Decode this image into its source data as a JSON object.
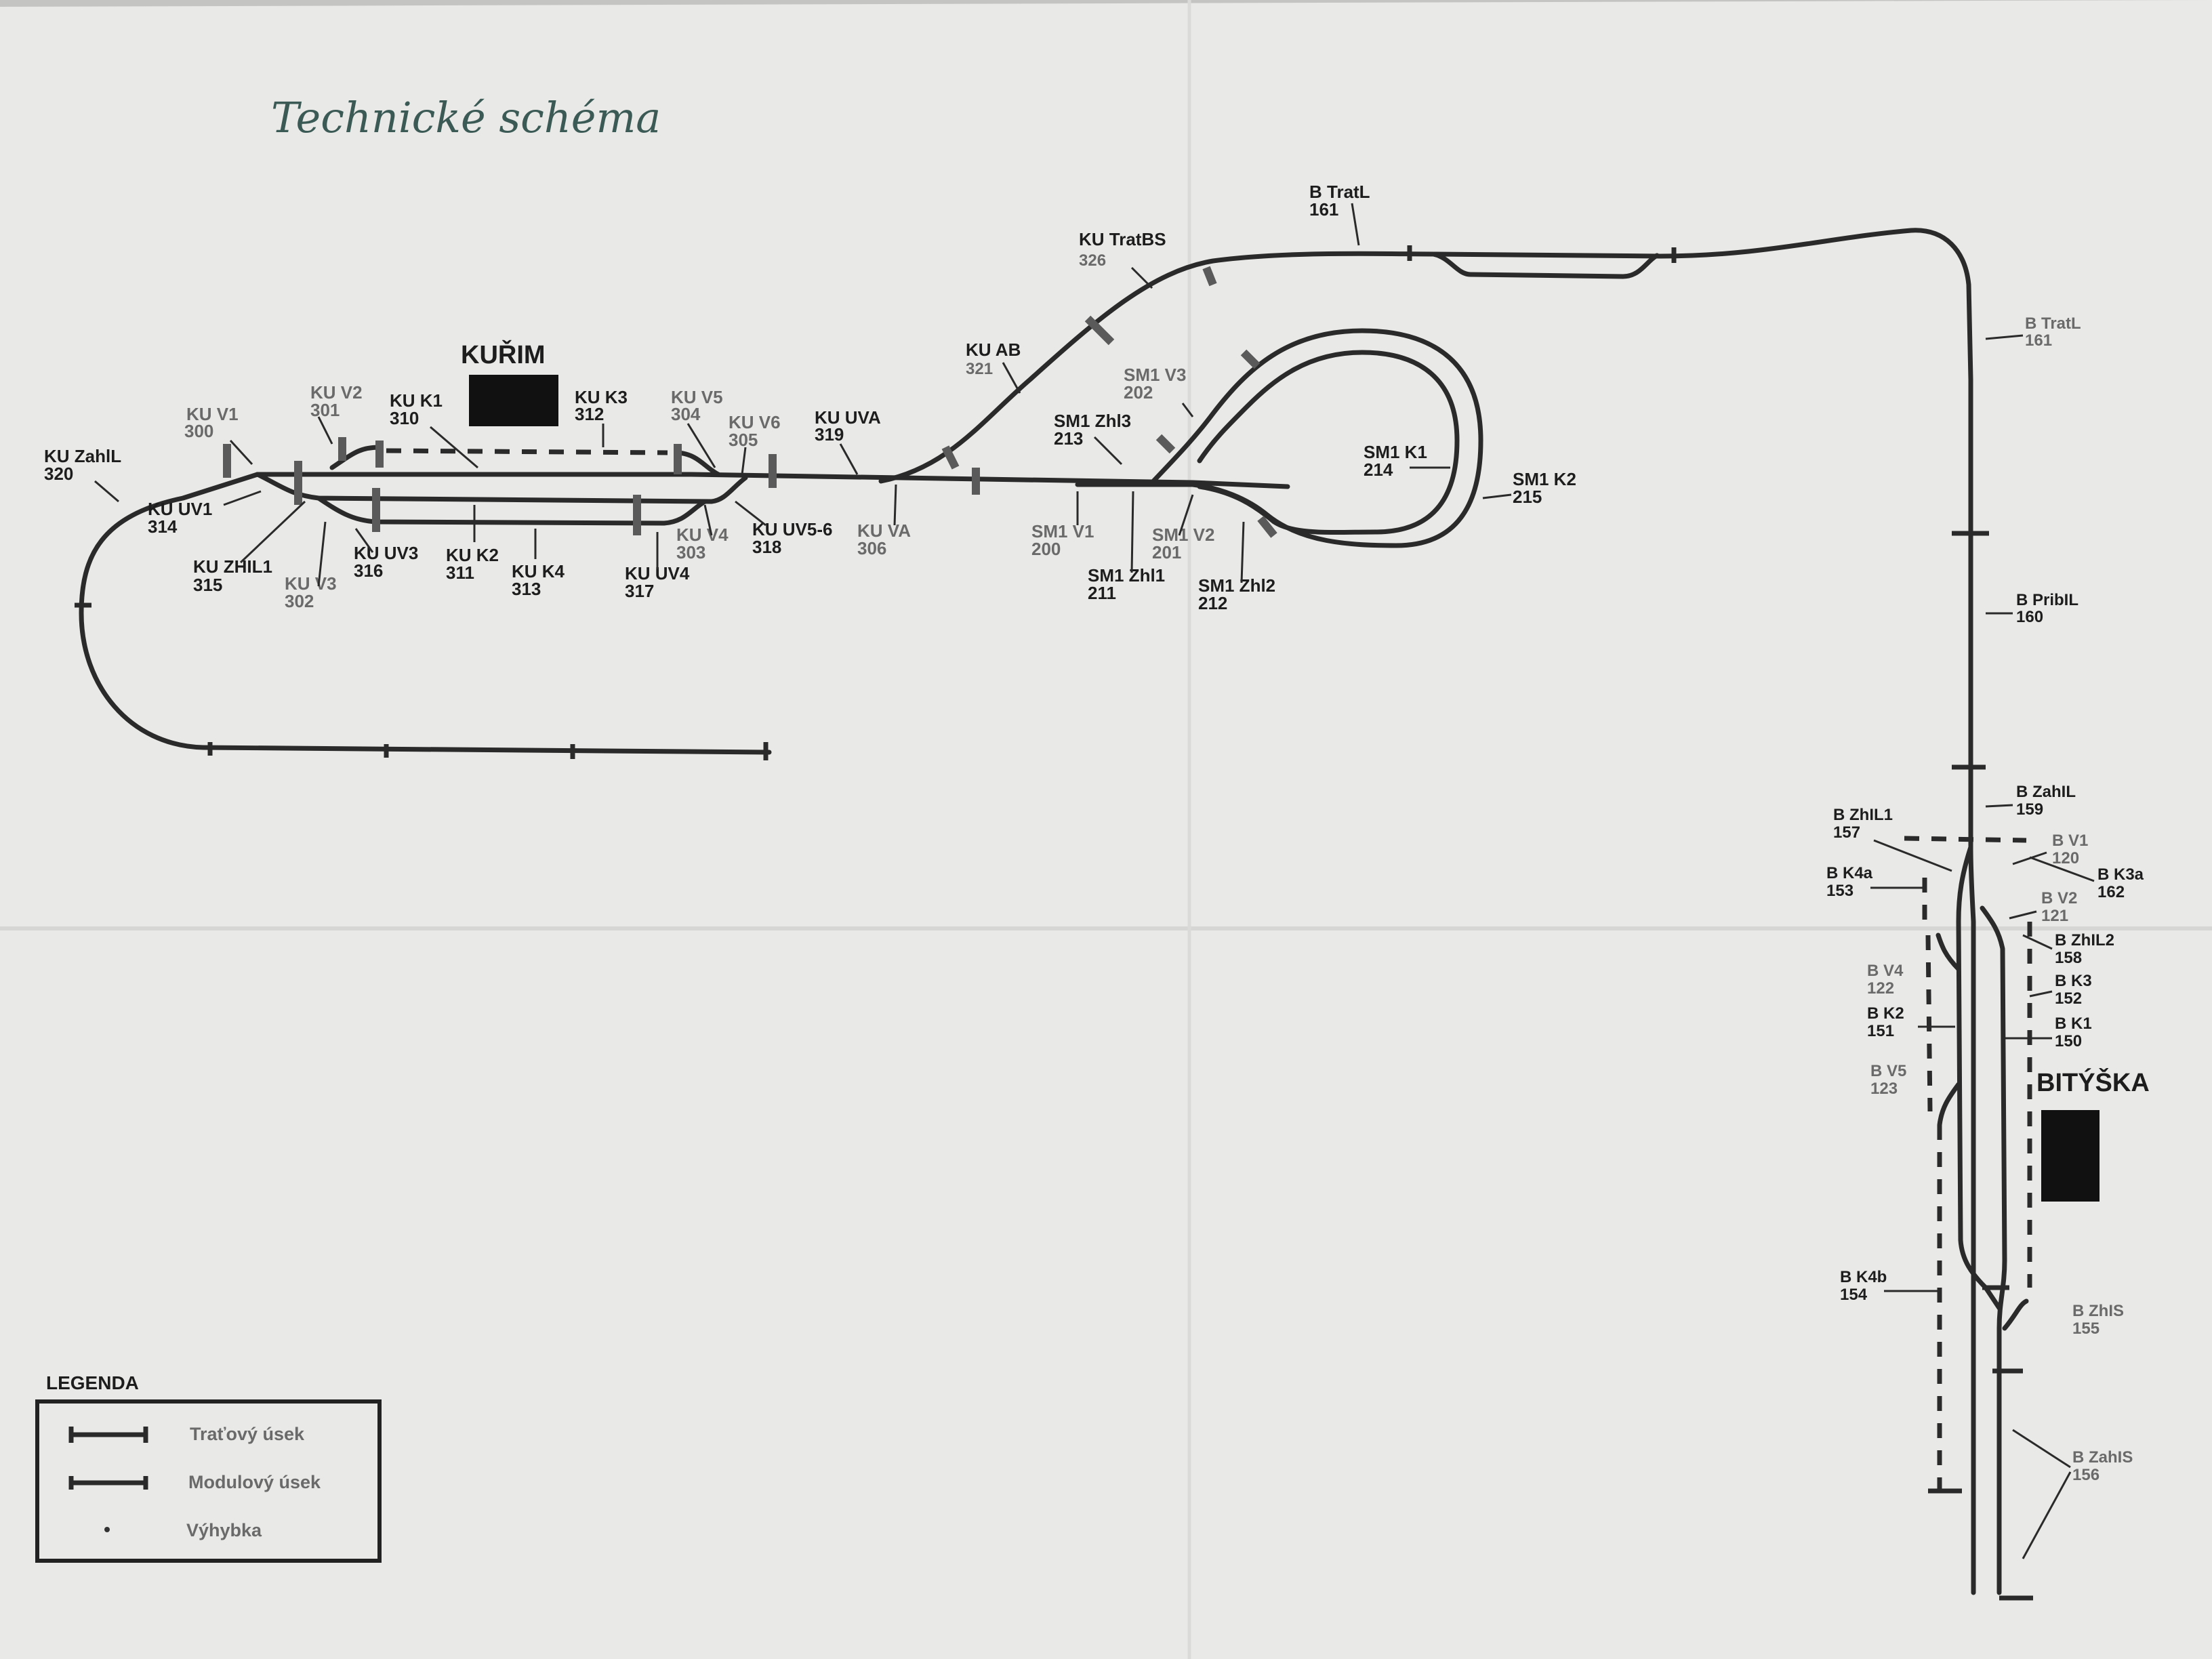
{
  "title": "Technické schéma",
  "stations": {
    "kurim": "KUŘIM",
    "bityska": "BITÝŠKA"
  },
  "legend": {
    "heading": "LEGENDA",
    "items": [
      "Traťový úsek",
      "Modulový úsek",
      "Výhybka"
    ]
  },
  "labels": {
    "ku_zahil": [
      "KU ZahlL",
      "320"
    ],
    "ku_v1": [
      "KU V1",
      "300"
    ],
    "ku_v2": [
      "KU V2",
      "301"
    ],
    "ku_k1": [
      "KU K1",
      "310"
    ],
    "ku_k3": [
      "KU K3",
      "312"
    ],
    "ku_v5": [
      "KU V5",
      "304"
    ],
    "ku_v6": [
      "KU V6",
      "305"
    ],
    "ku_uva_319": [
      "KU UVA",
      "319"
    ],
    "ku_uv1": [
      "KU UV1",
      "314"
    ],
    "ku_zhil1": [
      "KU ZHIL1",
      "315"
    ],
    "ku_v3": [
      "KU V3",
      "302"
    ],
    "ku_uv3": [
      "KU UV3",
      "316"
    ],
    "ku_k2": [
      "KU K2",
      "311"
    ],
    "ku_k4": [
      "KU K4",
      "313"
    ],
    "ku_uv4": [
      "KU UV4",
      "317"
    ],
    "ku_v4": [
      "KU V4",
      "303"
    ],
    "ku_uv56": [
      "KU UV5-6",
      "318"
    ],
    "ku_va": [
      "KU VA",
      "306"
    ],
    "ku_ab": [
      "KU AB",
      "321"
    ],
    "ku_tratbs": [
      "KU TratBS",
      "326"
    ],
    "sm1_v3": [
      "SM1 V3",
      "202"
    ],
    "sm1_zhl3": [
      "SM1 Zhl3",
      "213"
    ],
    "sm1_k1": [
      "SM1 K1",
      "214"
    ],
    "sm1_k2": [
      "SM1 K2",
      "215"
    ],
    "sm1_v1": [
      "SM1 V1",
      "200"
    ],
    "sm1_zhl1": [
      "SM1 Zhl1",
      "211"
    ],
    "sm1_v2": [
      "SM1 V2",
      "201"
    ],
    "sm1_zhl2": [
      "SM1 Zhl2",
      "212"
    ],
    "b_tratl_top": [
      "B TratL",
      "161"
    ],
    "b_tratl_right": [
      "B TratL",
      "161"
    ],
    "b_pribil": [
      "B PribIL",
      "160"
    ],
    "b_zahil": [
      "B ZahIL",
      "159"
    ],
    "b_zhil1": [
      "B ZhIL1",
      "157"
    ],
    "b_v1": [
      "B V1",
      "120"
    ],
    "b_k3a": [
      "B K3a",
      "162"
    ],
    "b_k4a": [
      "B K4a",
      "153"
    ],
    "b_v2": [
      "B V2",
      "121"
    ],
    "b_zhil2": [
      "B ZhIL2",
      "158"
    ],
    "b_v4": [
      "B V4",
      "122"
    ],
    "b_k3": [
      "B K3",
      "152"
    ],
    "b_k2": [
      "B K2",
      "151"
    ],
    "b_k1": [
      "B K1",
      "150"
    ],
    "b_v5": [
      "B V5",
      "123"
    ],
    "b_k4b": [
      "B K4b",
      "154"
    ],
    "b_zhis": [
      "B ZhIS",
      "155"
    ],
    "b_zahis": [
      "B ZahIS",
      "156"
    ]
  },
  "colors": {
    "paper": "#efefed",
    "ink": "#2a2a2a",
    "faint_ink": "#6a6a6a",
    "title_ink": "#3c5a55"
  }
}
